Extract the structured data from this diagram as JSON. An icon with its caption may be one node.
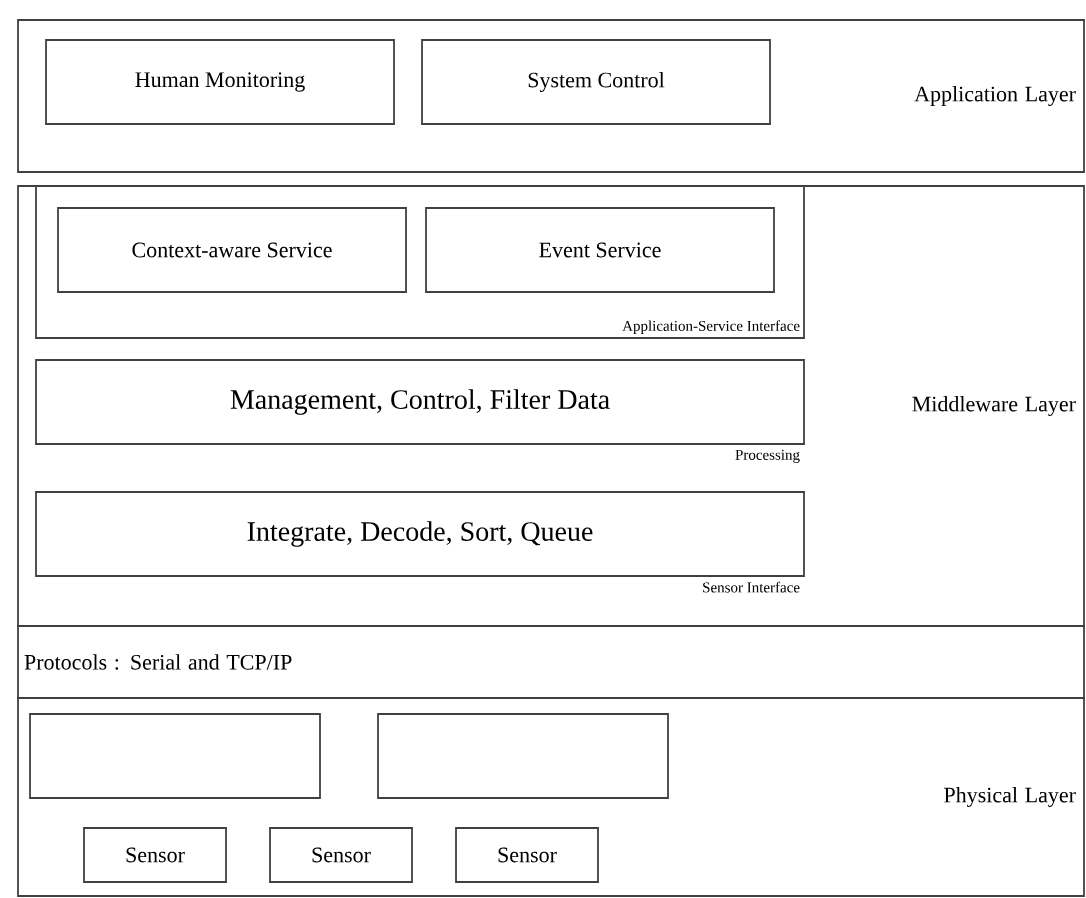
{
  "diagram": {
    "nodes": [
      {
        "text": [
          "Application Layer"
        ]
      },
      {
        "text": [
          "Human Monitoring"
        ],
        "in": 0
      },
      {
        "text": [
          "System Control"
        ],
        "in": 0
      },
      {
        "text": [
          "Middleware Layer"
        ]
      },
      {
        "text": [
          "Application-Service Interface"
        ],
        "in": 3
      },
      {
        "text": [
          "Context-aware Service"
        ],
        "in": 4
      },
      {
        "text": [
          "Event Service"
        ],
        "in": 4
      },
      {
        "text": [
          "Management, Control, Filter Data"
        ],
        "in": 3,
        "beside": [
          "Processing"
        ]
      },
      {
        "text": [
          "Integrate, Decode, Sort, Queue"
        ],
        "in": 3,
        "beside": [
          "Sensor Interface"
        ]
      },
      {
        "text": [
          "Protocols : Serial and TCP/IP"
        ]
      },
      {
        "text": [
          "Physical Layer"
        ]
      },
      {
        "text": [],
        "shape": "box",
        "in": 10
      },
      {
        "text": [],
        "shape": "box",
        "in": 10
      },
      {
        "text": [
          "Sensor"
        ],
        "in": 10
      },
      {
        "text": [
          "Sensor"
        ],
        "in": 10
      },
      {
        "text": [
          "Sensor"
        ],
        "in": 10
      }
    ]
  }
}
